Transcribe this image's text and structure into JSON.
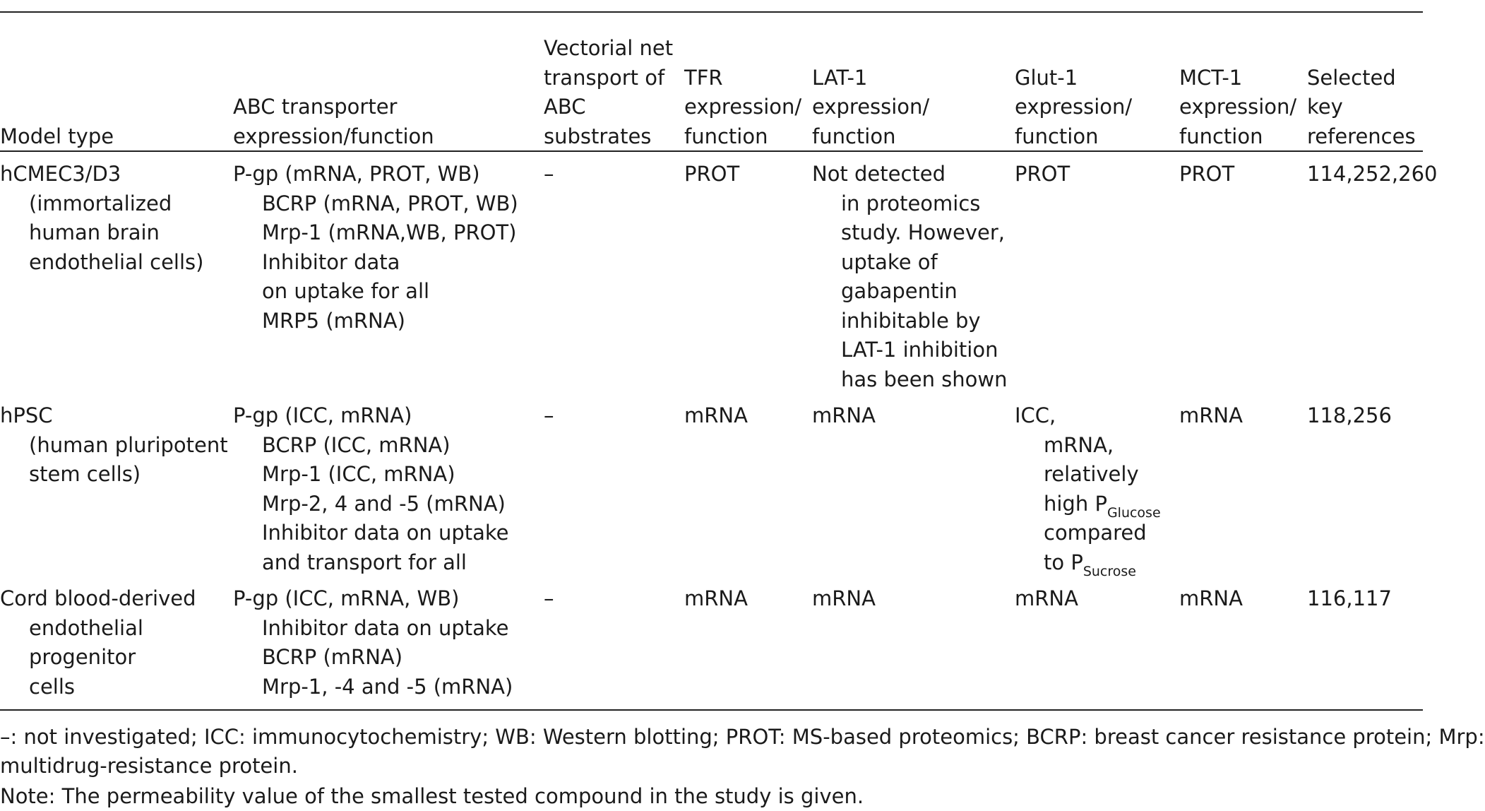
{
  "table": {
    "headers": [
      [
        "Model type"
      ],
      [
        "ABC transporter",
        "expression/function"
      ],
      [
        "Vectorial net",
        "transport of",
        "ABC",
        "substrates"
      ],
      [
        "TFR",
        "expression/",
        "function"
      ],
      [
        "LAT-1",
        "expression/",
        "function"
      ],
      [
        "Glut-1",
        "expression/",
        "function"
      ],
      [
        "MCT-1",
        "expression/",
        "function"
      ],
      [
        "Selected",
        "key",
        "references"
      ]
    ],
    "rows": [
      {
        "model": [
          "hCMEC3/D3",
          "(immortalized",
          "human brain",
          "endothelial cells)"
        ],
        "abc": [
          "P-gp (mRNA, PROT, WB)",
          "BCRP (mRNA, PROT, WB)",
          "Mrp-1 (mRNA,WB, PROT)",
          "Inhibitor data",
          "on uptake for all",
          "MRP5 (mRNA)"
        ],
        "vectorial": "–",
        "tfr": "PROT",
        "lat1": [
          "Not detected",
          "in proteomics",
          "study. However,",
          "uptake of",
          "gabapentin",
          "inhibitable by",
          "LAT-1 inhibition",
          "has been shown"
        ],
        "glut1": "PROT",
        "mct1": "PROT",
        "refs": "114,252,260"
      },
      {
        "model": [
          "hPSC",
          "(human pluripotent",
          "stem cells)"
        ],
        "abc": [
          "P-gp (ICC, mRNA)",
          "BCRP (ICC, mRNA)",
          "Mrp-1 (ICC, mRNA)",
          "Mrp-2, 4 and -5 (mRNA)",
          "Inhibitor data on uptake",
          "and transport for all"
        ],
        "vectorial": "–",
        "tfr": "mRNA",
        "lat1": "mRNA",
        "glut1": {
          "l1": "ICC,",
          "l2": "mRNA,",
          "l3": "relatively",
          "l4_text": "high P",
          "l4_sub": "Glucose",
          "l5": "compared",
          "l6_text": "to P",
          "l6_sub": "Sucrose"
        },
        "mct1": "mRNA",
        "refs": "118,256"
      },
      {
        "model": [
          "Cord blood-derived",
          "endothelial",
          "progenitor",
          "cells"
        ],
        "abc": [
          "P-gp (ICC, mRNA, WB)",
          "Inhibitor data on uptake",
          "BCRP (mRNA)",
          "Mrp-1, -4 and -5 (mRNA)"
        ],
        "vectorial": "–",
        "tfr": "mRNA",
        "lat1": "mRNA",
        "glut1": "mRNA",
        "mct1": "mRNA",
        "refs": "116,117"
      }
    ]
  },
  "footnotes": {
    "abbreviations_line1": "–: not investigated; ICC: immunocytochemistry; WB: Western blotting; PROT: MS-based proteomics; BCRP: breast cancer resistance protein; Mrp:",
    "abbreviations_line2": "multidrug-resistance protein.",
    "note": "Note: The permeability value of the smallest tested compound in the study is given."
  }
}
